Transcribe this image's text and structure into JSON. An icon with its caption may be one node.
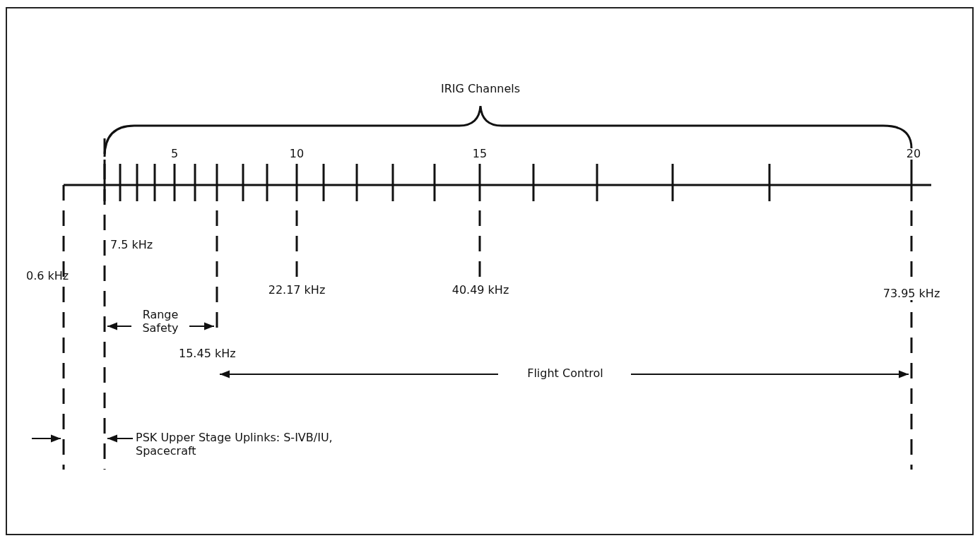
{
  "diagram": {
    "labels": [
      "IRIG Channels",
      "5",
      "10",
      "15",
      "20",
      "7.5 kHz",
      "0.6 kHz",
      "22.17 kHz",
      "40.49 kHz",
      "73.95 kHz",
      "Range Safety",
      "15.45 kHz",
      "Flight Control",
      "PSK Upper Stage Uplinks: S-IVB/IU, Spacecraft"
    ]
  }
}
